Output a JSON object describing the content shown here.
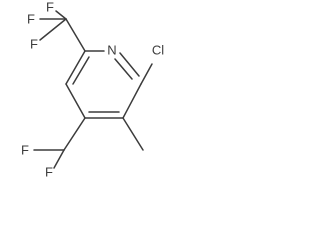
{
  "molecule": {
    "atoms": {
      "n": "N",
      "cl": "Cl",
      "f1": "F",
      "f2": "F",
      "f3": "F",
      "f4": "F",
      "f5": "F"
    }
  }
}
